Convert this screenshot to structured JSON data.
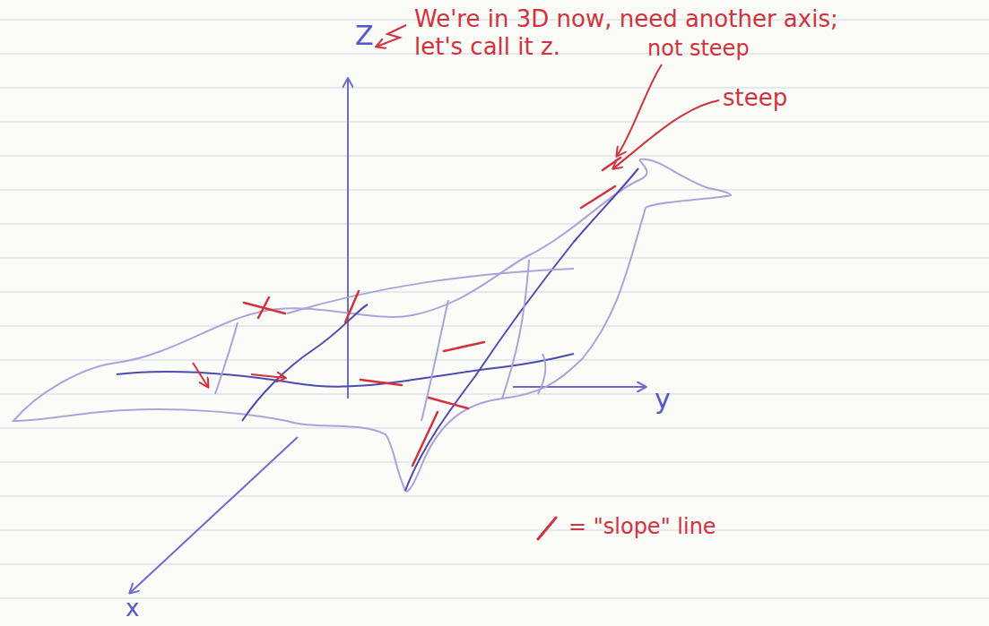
{
  "diagram": {
    "labels": [
      "We're in 3D now, need another axis; let's call it z.",
      "Z",
      "y",
      "x",
      "not steep",
      "steep"
    ],
    "legend": [
      {
        "text": "= \"slope\" line"
      }
    ]
  }
}
